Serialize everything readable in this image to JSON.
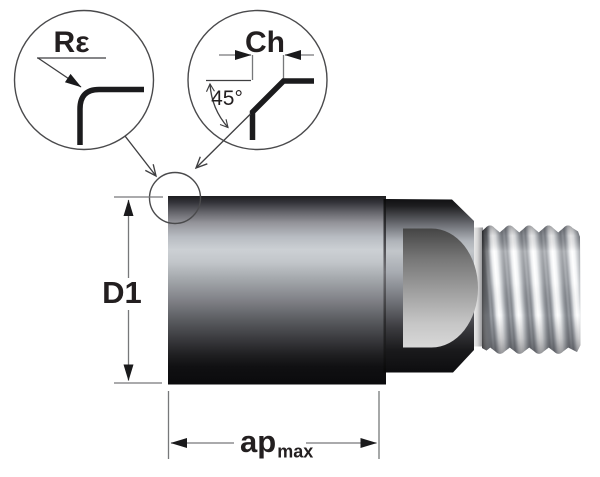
{
  "diagram": {
    "name": "tool-corner-detail-diagram",
    "labels": {
      "corner_radius": "Rε",
      "chamfer": "Ch",
      "chamfer_angle": "45°",
      "diameter": "D1",
      "cutting_depth": "ap",
      "cutting_depth_subscript": "max"
    },
    "colors": {
      "background": "#ffffff",
      "line_dark": "#3f3f41",
      "line_gray": "#77787a",
      "profile_black": "#1b1b1d",
      "text": "#231f20",
      "metal_highlight": "#ccd0d4",
      "metal_shadow": "#0b0b0d",
      "thread_highlight": "#ffffff"
    }
  }
}
